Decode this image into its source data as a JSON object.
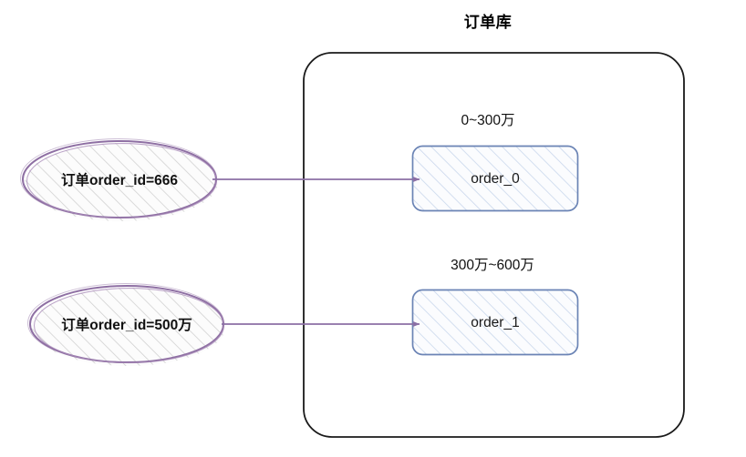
{
  "diagram": {
    "title": "订单库",
    "colors": {
      "container_stroke": "#1a1a1a",
      "shard_stroke": "#6b84b5",
      "shard_fill": "#fbfcfe",
      "shard_hatch": "#c8d6ec",
      "ellipse_stroke": "#8e6fa3",
      "ellipse_fill": "#fafafa",
      "ellipse_hatch": "#cfcfcf",
      "arrow": "#8b6fa5",
      "text": "#1a1a1a",
      "background": "#ffffff"
    }
  },
  "container": {
    "name": "order-database",
    "label": "订单库"
  },
  "shards": [
    {
      "range_label": "0~300万",
      "name": "order_0"
    },
    {
      "range_label": "300万~600万",
      "name": "order_1"
    }
  ],
  "requests": [
    {
      "label": "订单order_id=666",
      "target": "order_0"
    },
    {
      "label": "订单order_id=500万",
      "target": "order_1"
    }
  ],
  "arrows": [
    {
      "from": "订单order_id=666",
      "to": "order_0"
    },
    {
      "from": "订单order_id=500万",
      "to": "order_1"
    }
  ]
}
